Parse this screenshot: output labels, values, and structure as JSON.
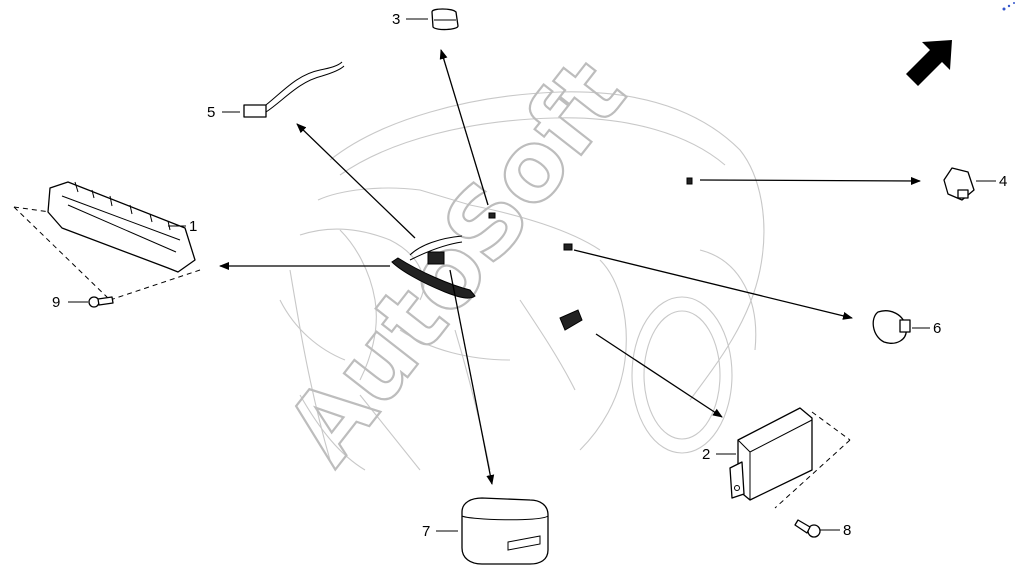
{
  "watermark": "AutoSoft",
  "callouts": [
    {
      "id": "1",
      "label": "1"
    },
    {
      "id": "2",
      "label": "2"
    },
    {
      "id": "3",
      "label": "3"
    },
    {
      "id": "4",
      "label": "4"
    },
    {
      "id": "5",
      "label": "5"
    },
    {
      "id": "6",
      "label": "6"
    },
    {
      "id": "7",
      "label": "7"
    },
    {
      "id": "8",
      "label": "8"
    },
    {
      "id": "9",
      "label": "9"
    }
  ],
  "orientation_icon": "front-direction-arrow-icon"
}
